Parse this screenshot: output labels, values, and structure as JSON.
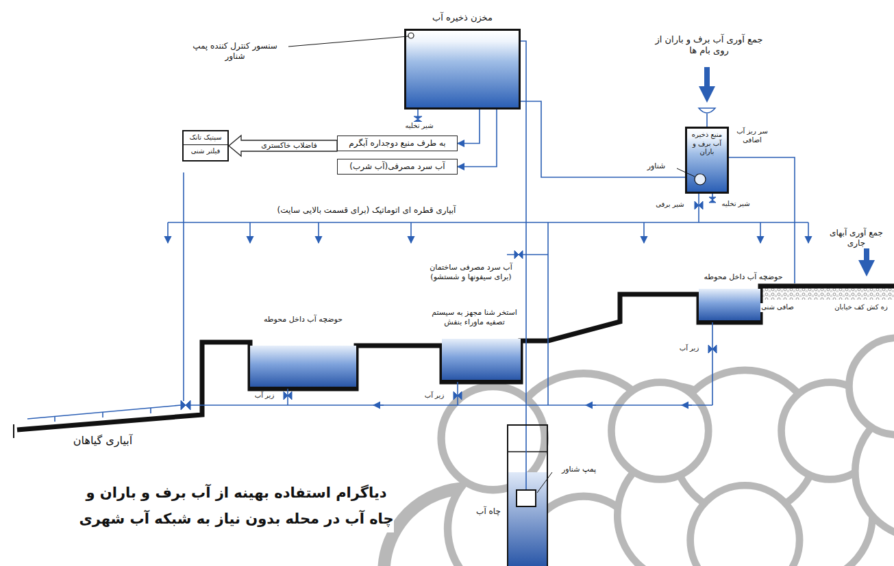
{
  "diagram": {
    "caption": "دیاگرام استفاده بهینه از آب برف و باران و چاه آب در محله بدون نیاز به شبکه آب شهری",
    "nodes": [
      {
        "text": [
          "مخزن ذخیره آب"
        ]
      },
      {
        "text": [
          "سپتیک تانک",
          "فیلتر شنی"
        ]
      },
      {
        "text": [
          "به طرف منبع دوجداره آبگرم"
        ]
      },
      {
        "text": [
          "آب سرد مصرفی(آب شرب)"
        ]
      },
      {
        "text": [
          "منبع ذخیره آب برف و باران"
        ]
      },
      {
        "text": [
          "حوضچه آب داخل محوطه"
        ]
      },
      {
        "text": [
          "استخر شنا مجهز به سیستم تصفیه ماوراء بنفش"
        ]
      },
      {
        "text": [
          "حوضچه آب داخل محوطه"
        ]
      },
      {
        "text": [
          "چاه آب"
        ]
      },
      {
        "text": [
          "پمپ شناور"
        ],
        "in": 8
      }
    ],
    "edges": [
      {
        "from": 9,
        "to": 0,
        "arrow": "none"
      },
      {
        "from": 0,
        "to": 2,
        "arrow": "to"
      },
      {
        "from": 0,
        "to": 3,
        "arrow": "to"
      },
      {
        "from": 2,
        "to": 1,
        "label": "فاضلاب خاکستری",
        "arrow": "to"
      },
      {
        "from": 0,
        "to": 4,
        "arrow": "none"
      }
    ],
    "labels": [
      "سنسور کنترل کننده پمپ شناور",
      "شیر تخلیه",
      "جمع آوری آب برف و باران از روی بام ها",
      "سر ریز آب اضافی",
      "شناور",
      "شیر تخلیه",
      "شیر برقی",
      "آبیاری قطره ای اتوماتیک (برای قسمت بالایی سایت)",
      "آب سرد مصرفی ساختمان (برای سیفونها و شستشو)",
      "جمع آوری آبهای جاری",
      "صافی شنی",
      "زه کش کف خیابان",
      "زیر آب",
      "زیر آب",
      "زیر آب",
      "آبیاری گیاهان"
    ]
  }
}
